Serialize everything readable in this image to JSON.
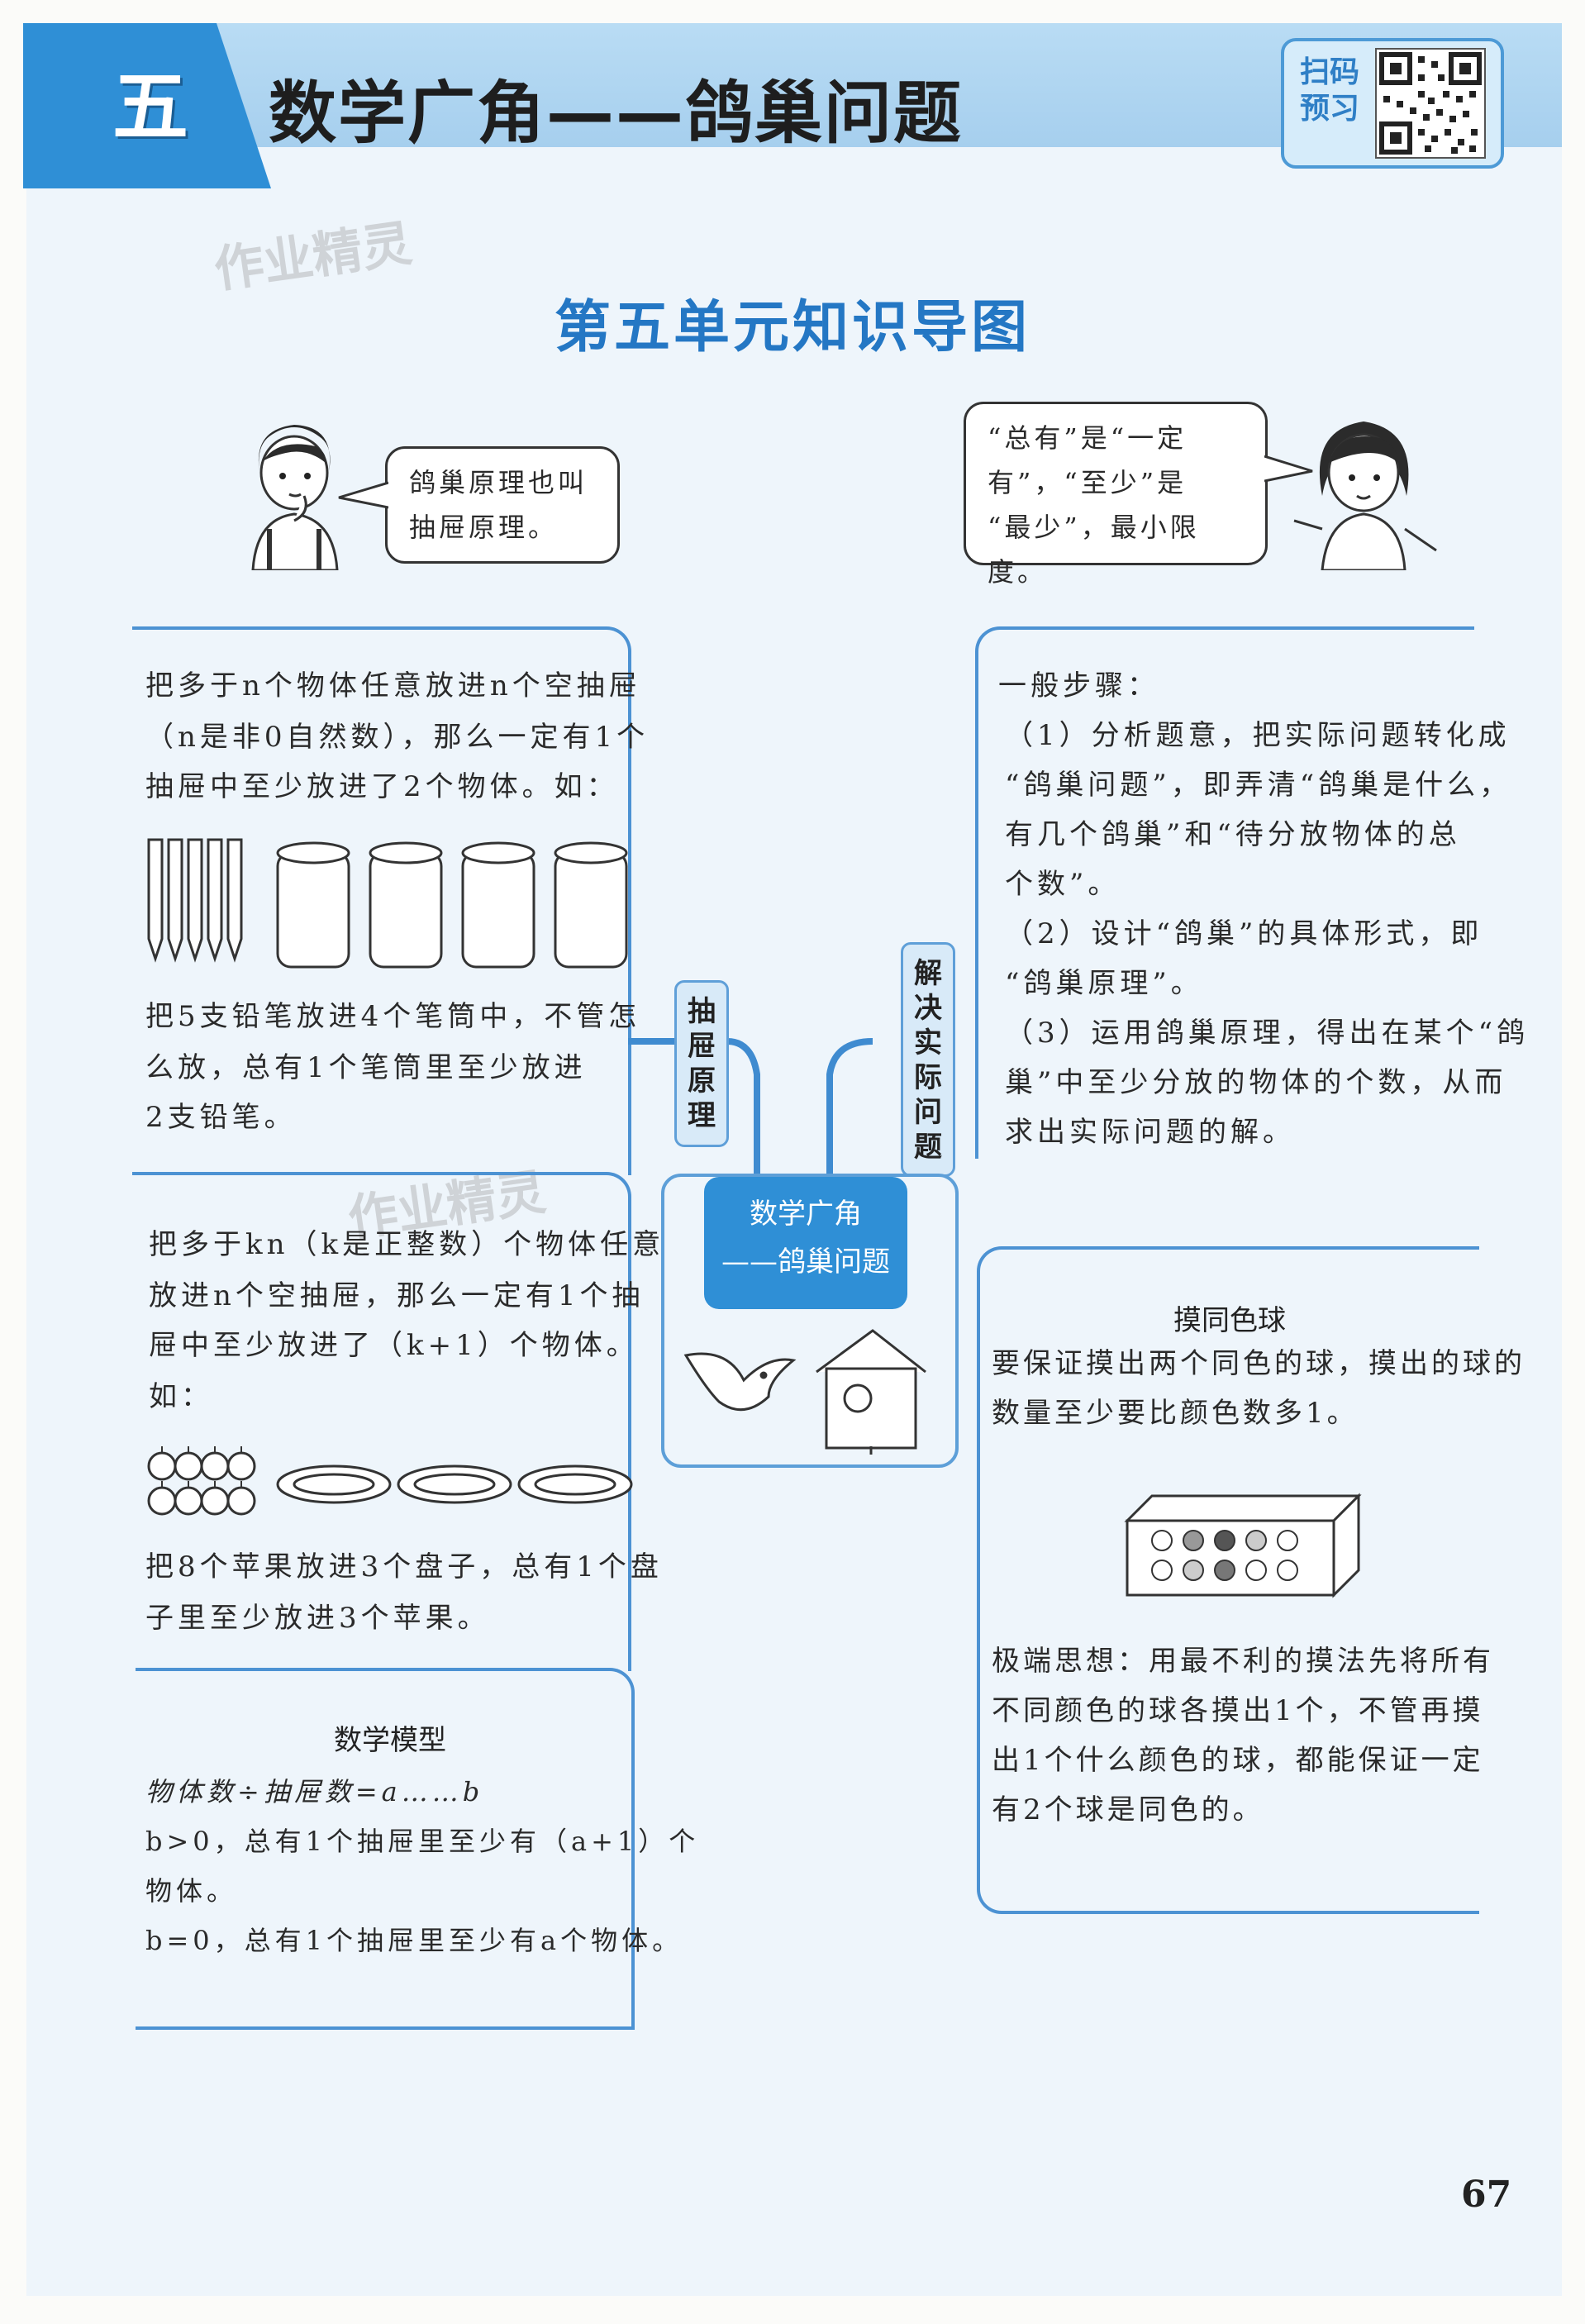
{
  "header": {
    "unit_char": "五",
    "title": "数学广角——鸽巢问题",
    "scan_label_1": "扫码",
    "scan_label_2": "预习"
  },
  "watermark": "作业精灵",
  "section_title": "第五单元知识导图",
  "bubbles": {
    "boy": "鸽巢原理也叫\n抽屉原理。",
    "girl": "“总有”是“一定\n有”，“至少”是\n“最少”，最小限度。"
  },
  "left": {
    "box1_text": [
      "把多于n个物体任意放进n个空抽屉",
      "（n是非0自然数），那么一定有1个",
      "抽屉中至少放进了2个物体。如："
    ],
    "box1_example": [
      "把5支铅笔放进4个笔筒中，不管怎",
      "么放，总有1个笔筒里至少放进",
      "2支铅笔。"
    ],
    "box2_text": [
      "把多于kn（k是正整数）个物体任意",
      "放进n个空抽屉，那么一定有1个抽",
      "屉中至少放进了（k+1）个物体。",
      "如："
    ],
    "box2_example": [
      "把8个苹果放进3个盘子，总有1个盘",
      "子里至少放进3个苹果。"
    ],
    "model_title": "数学模型",
    "model_lines": [
      "物体数÷抽屉数=a……b",
      "b>0，总有1个抽屉里至少有（a+1）个",
      "物体。",
      "b=0，总有1个抽屉里至少有a个物体。"
    ]
  },
  "labels": {
    "left": "抽屉原理",
    "right": "解决实际问题"
  },
  "center": {
    "line1": "数学广角",
    "line2": "——鸽巢问题"
  },
  "right": {
    "steps": [
      "一般步骤：",
      "（1）分析题意，把实际问题转化成",
      "“鸽巢问题”，即弄清“鸽巢是什么，",
      "有几个鸽巢”和“待分放物体的总",
      "个数”。",
      "（2）设计“鸽巢”的具体形式，即",
      "“鸽巢原理”。",
      "（3）运用鸽巢原理，得出在某个“鸽",
      "巢”中至少分放的物体的个数，从而",
      "求出实际问题的解。"
    ],
    "ball_title": "摸同色球",
    "ball_text": [
      "要保证摸出两个同色的球，摸出的球的",
      "数量至少要比颜色数多1。"
    ],
    "extreme": [
      "极端思想：用最不利的摸法先将所有",
      "不同颜色的球各摸出1个，不管再摸",
      "出1个什么颜色的球，都能保证一定",
      "有2个球是同色的。"
    ]
  },
  "page_number": "67"
}
